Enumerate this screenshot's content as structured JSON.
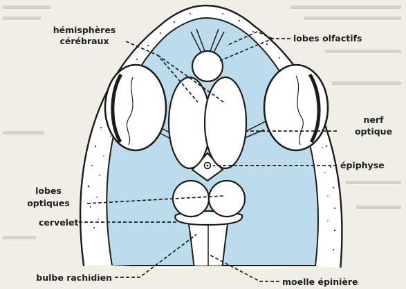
{
  "labels": {
    "hemispheres_line1": "hémisphères",
    "hemispheres_line2": "cérébraux",
    "olfactory_lobes": "lobes olfactifs",
    "optic_nerve_line1": "nerf",
    "optic_nerve_line2": "optique",
    "epiphysis": "épiphyse",
    "optic_lobes_line1": "lobes",
    "optic_lobes_line2": "optiques",
    "cerebellum": "cervelet",
    "medulla": "bulbe rachidien",
    "spinal_cord": "moelle épinière"
  },
  "colors": {
    "background": "#f1eee6",
    "cavity": "#bcdcec",
    "skull": "#ffffff",
    "ink": "#1c1c1c"
  }
}
